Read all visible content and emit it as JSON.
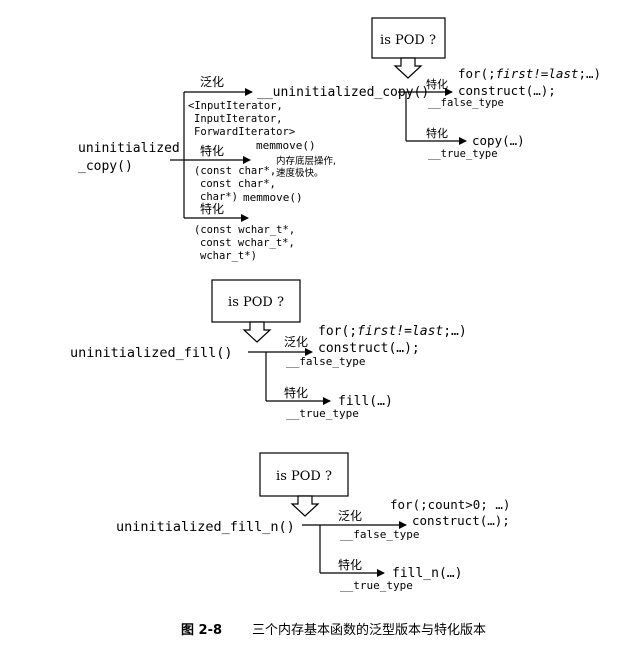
{
  "diagram1": {
    "pod_label": "is POD ?",
    "root_line1": "uninitialized",
    "root_line2": "_copy()",
    "general_label": "泛化",
    "general_func": "__uninitialized_copy()",
    "general_params": [
      "<InputIterator,",
      "InputIterator,",
      "ForwardIterator>"
    ],
    "memmove1": "memmove()",
    "note": [
      "内存底层操作,",
      "速度极快。"
    ],
    "spec_label_char": "特化",
    "char_params": [
      "(const char*,",
      "const char*,",
      "char*)"
    ],
    "memmove2": "memmove()",
    "spec_label_wchar": "特化",
    "wchar_params": [
      "(const wchar_t*,",
      "const wchar_t*,",
      "wchar_t*)"
    ],
    "false_spec_label": "特化",
    "for_prefix": "for(;",
    "for_italic": "first!=last",
    "for_suffix": ";…)",
    "construct": "construct(…);",
    "false_type": "__false_type",
    "true_spec_label": "特化",
    "copy_call": "copy(…)",
    "true_type": "__true_type"
  },
  "diagram2": {
    "pod_label": "is POD ?",
    "root": "uninitialized_fill()",
    "general_label": "泛化",
    "for_prefix": "for(;",
    "for_italic": "first!=last",
    "for_suffix": ";…)",
    "construct": "construct(…);",
    "false_type": "__false_type",
    "spec_label": "特化",
    "fill_call": "fill(…)",
    "true_type": "__true_type"
  },
  "diagram3": {
    "pod_label": "is POD ?",
    "root": "uninitialized_fill_n()",
    "general_label": "泛化",
    "for_line": "for(;count>0; …)",
    "construct": "construct(…);",
    "false_type": "__false_type",
    "spec_label": "特化",
    "fill_n_call": "fill_n(…)",
    "true_type": "__true_type"
  },
  "caption": {
    "figure_no": "图 2-8",
    "text": "三个内存基本函数的泛型版本与特化版本"
  }
}
